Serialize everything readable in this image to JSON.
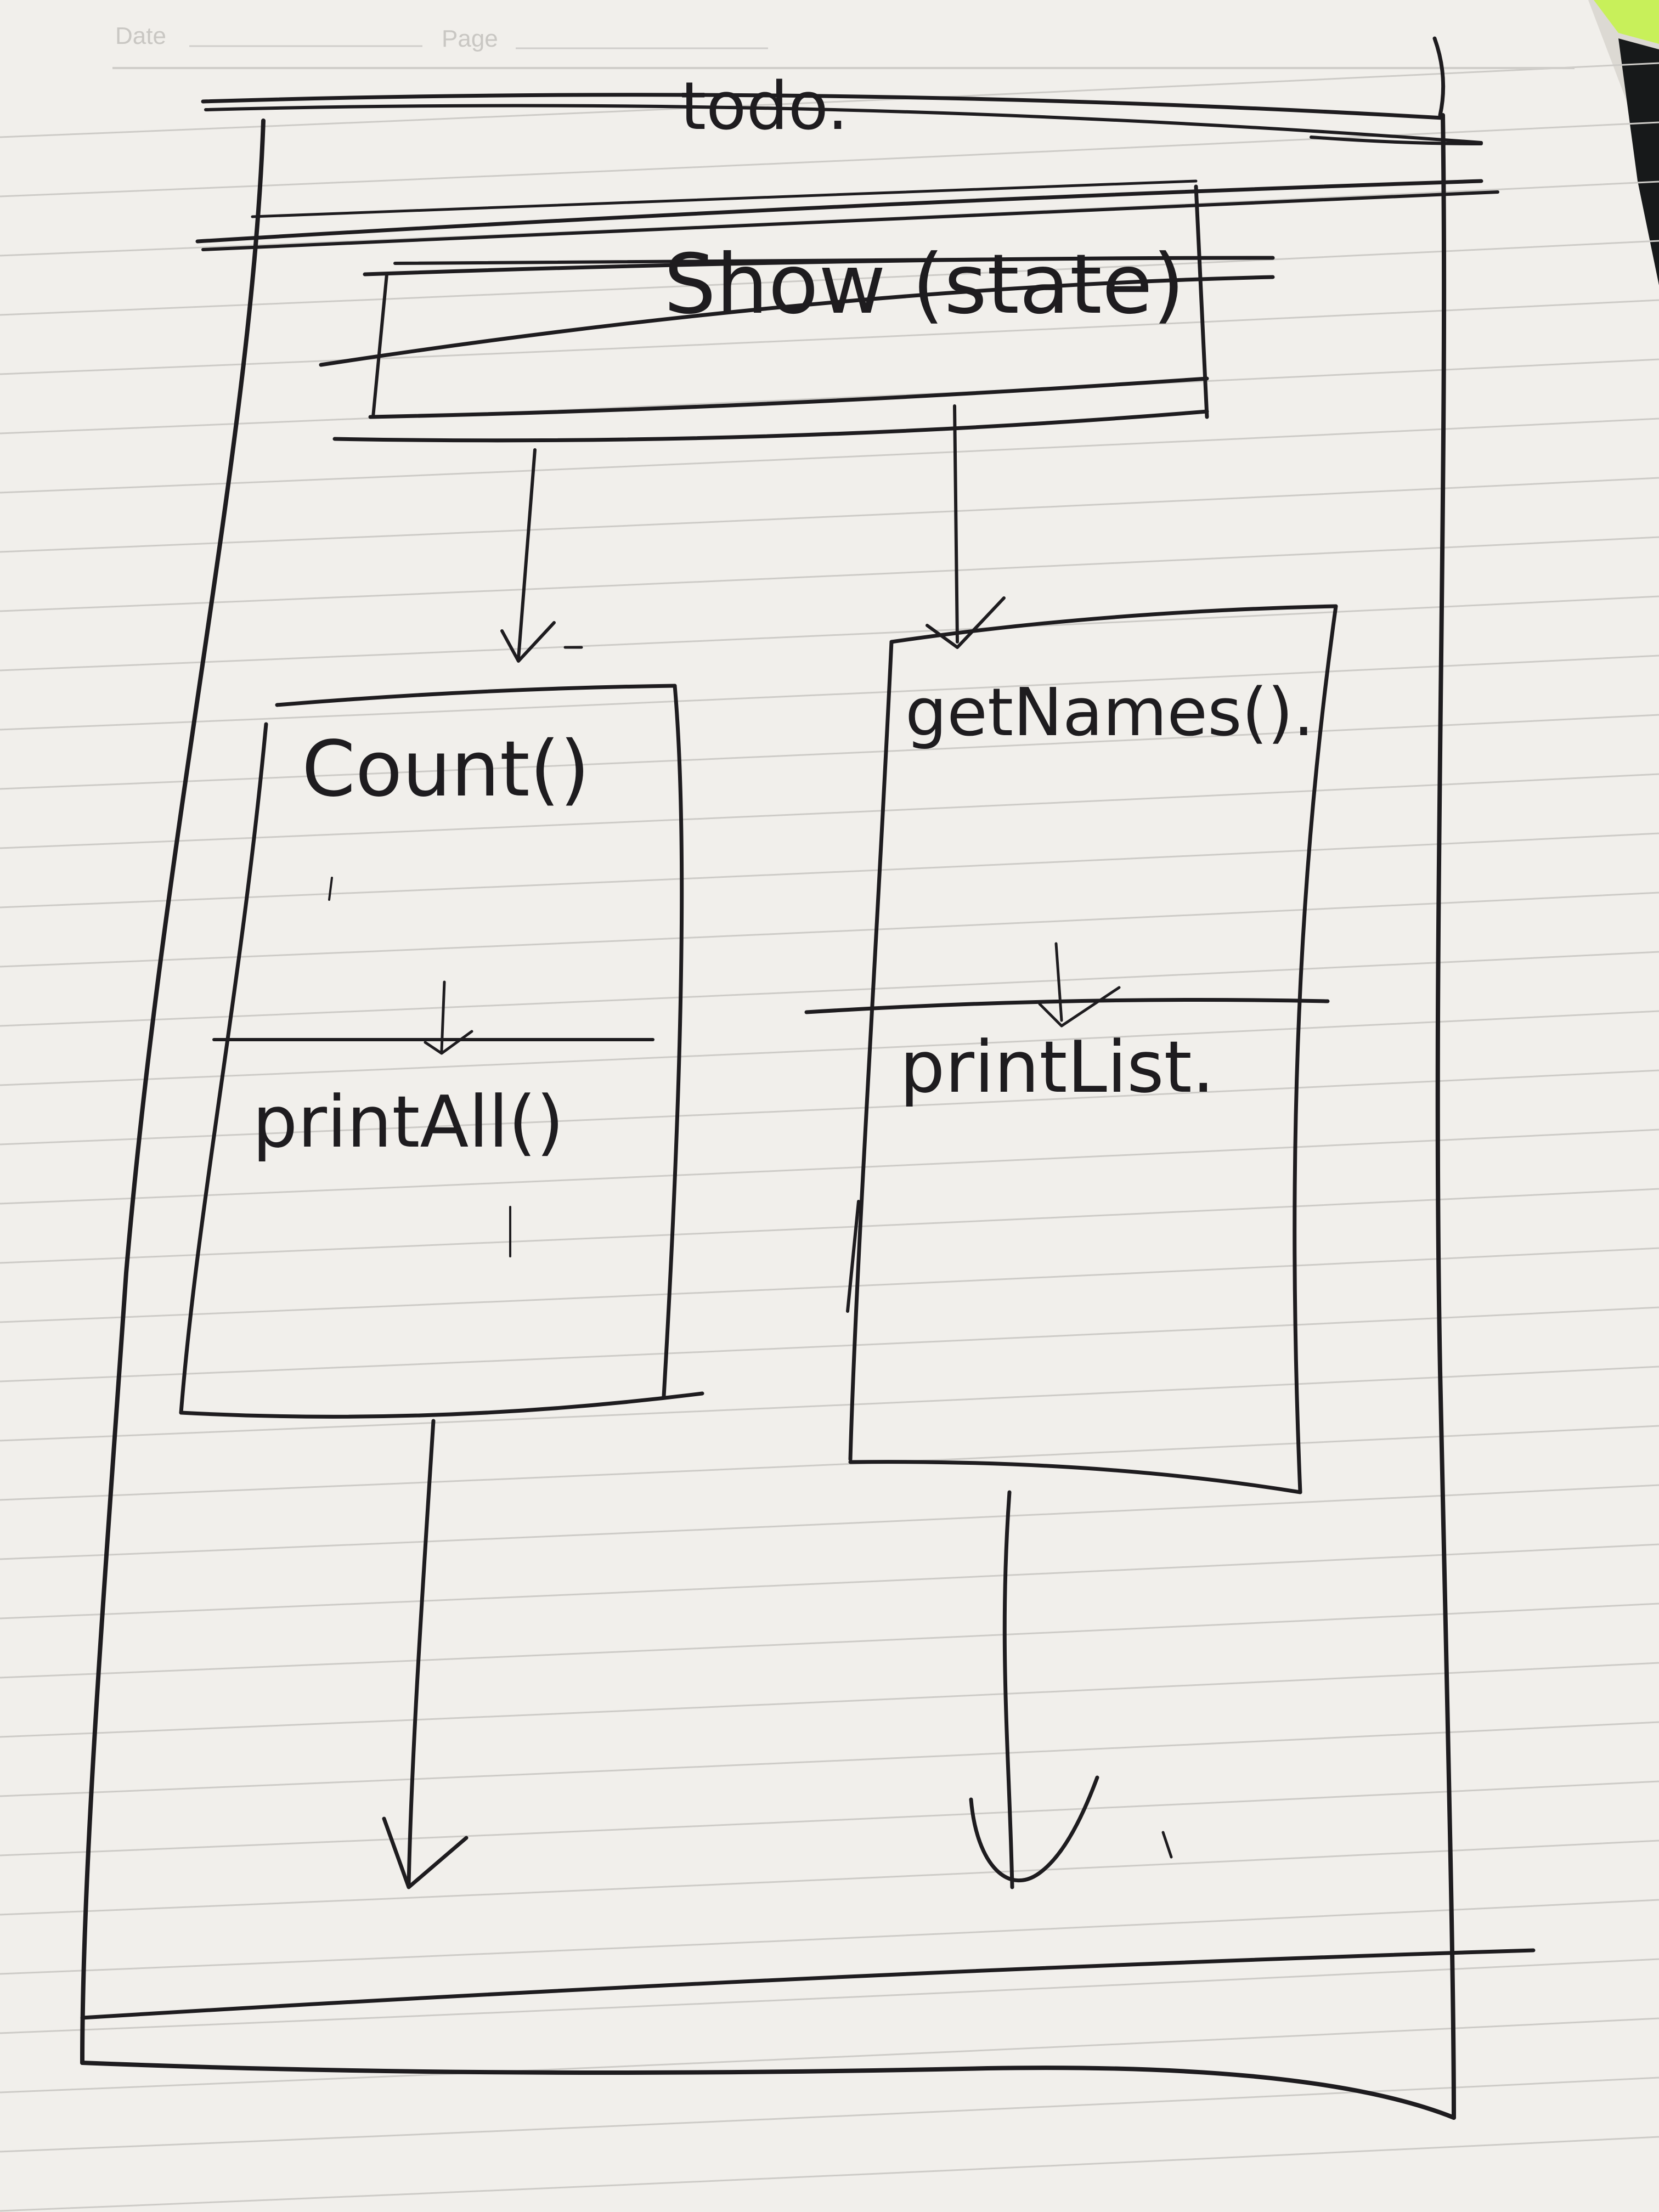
{
  "colors": {
    "paper": "#f1efeb",
    "rule": "#cdcbc7",
    "ink": "#1e1c1f",
    "header_text": "#c9c7c3",
    "corner_green": "#c8f05a",
    "corner_dark": "#17191a"
  },
  "header": {
    "date_label": "Date",
    "page_label": "Page"
  },
  "diagram": {
    "title": "todo.",
    "top_box": {
      "label": "Show (state)"
    },
    "left_box": {
      "top_label": "Count()",
      "bottom_label": "printAll()"
    },
    "right_box": {
      "top_label": "getNames().",
      "bottom_label": "printList."
    }
  }
}
